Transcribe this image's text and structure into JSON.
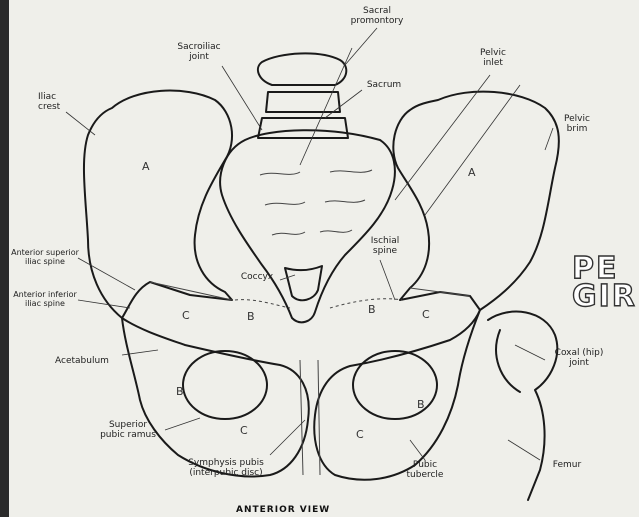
{
  "labels": {
    "sacral_promontory": "Sacral\npromontory",
    "sacroiliac_joint": "Sacroiliac\njoint",
    "sacrum": "Sacrum",
    "pelvic_inlet": "Pelvic\ninlet",
    "pelvic_brim": "Pelvic\nbrim",
    "iliac_crest": "Iliac\ncrest",
    "anterior_superior_iliac_spine": "Anterior superior\niliac spine",
    "anterior_inferior_iliac_spine": "Anterior inferior\niliac spine",
    "acetabulum": "Acetabulum",
    "coccyx": "Coccyx",
    "ischial_spine": "Ischial\nspine",
    "coxal_hip_joint": "Coxal (hip)\njoint",
    "superior_pubic_ramus": "Superior\npubic ramus",
    "symphysis_pubis": "Symphysis pubis\n(interpubic disc)",
    "pubic_tubercle": "Pubic\ntubercle",
    "femur": "Femur"
  },
  "regions": {
    "a_left": "A",
    "a_right": "A",
    "b_left_upper": "B",
    "b_right_upper": "B",
    "b_left_lower": "B",
    "b_right_lower": "B",
    "c_left_upper": "C",
    "c_right_upper": "C",
    "c_left_lower": "C",
    "c_right_lower": "C"
  },
  "footer": "ANTERIOR VIEW",
  "side_title": {
    "line1": "PE",
    "line2": "GIR"
  }
}
